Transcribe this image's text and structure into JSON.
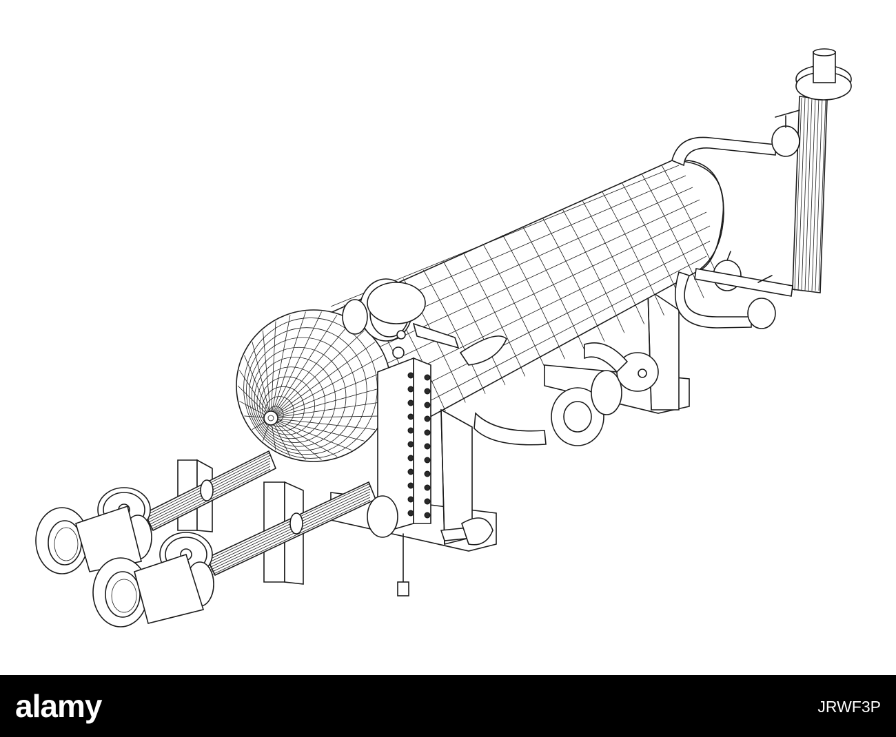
{
  "illustration": {
    "subject": "horizontal-pressure-vessel-wireframe"
  },
  "footer": {
    "brand": "alamy",
    "image_id": "JRWF3P",
    "background_color": "#000000",
    "text_color": "#ffffff"
  }
}
